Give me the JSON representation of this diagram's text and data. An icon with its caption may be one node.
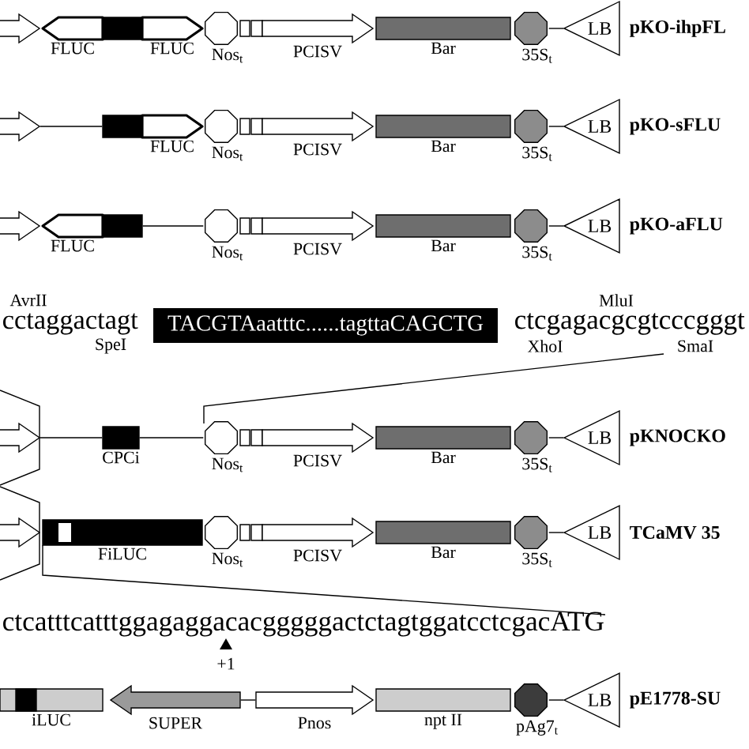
{
  "diagram": {
    "nodes": [
      {
        "text": [],
        "shape": "arrow"
      },
      {
        "text": [],
        "shape": "arrow",
        "beside": [
          "FLUC"
        ]
      },
      {
        "text": [],
        "shape": "box"
      },
      {
        "text": [],
        "shape": "arrow",
        "beside": [
          "FLUC"
        ]
      },
      {
        "text": [],
        "shape": "octagon",
        "beside": [
          "Nos$_{t}$"
        ]
      },
      {
        "text": [],
        "shape": "box"
      },
      {
        "text": [],
        "shape": "arrow",
        "beside": [
          "PCISV"
        ]
      },
      {
        "text": [],
        "shape": "box",
        "beside": [
          "Bar"
        ]
      },
      {
        "text": [],
        "shape": "octagon",
        "beside": [
          "35S$_{t}$"
        ]
      },
      {
        "text": [
          "LB"
        ],
        "beside": [
          "pKO-ihpFL"
        ]
      },
      {
        "text": [],
        "shape": "arrow"
      },
      {
        "text": [],
        "shape": "box"
      },
      {
        "text": [],
        "shape": "arrow",
        "beside": [
          "FLUC"
        ]
      },
      {
        "text": [],
        "shape": "octagon",
        "beside": [
          "Nos$_{t}$"
        ]
      },
      {
        "text": [],
        "shape": "box"
      },
      {
        "text": [],
        "shape": "arrow",
        "beside": [
          "PCISV"
        ]
      },
      {
        "text": [],
        "shape": "box",
        "beside": [
          "Bar"
        ]
      },
      {
        "text": [],
        "shape": "octagon",
        "beside": [
          "35S$_{t}$"
        ]
      },
      {
        "text": [
          "LB"
        ],
        "beside": [
          "pKO-sFLU"
        ]
      },
      {
        "text": [],
        "shape": "arrow"
      },
      {
        "text": [],
        "shape": "arrow",
        "beside": [
          "FLUC"
        ]
      },
      {
        "text": [],
        "shape": "box"
      },
      {
        "text": [],
        "shape": "octagon",
        "beside": [
          "Nos$_{t}$"
        ]
      },
      {
        "text": [],
        "shape": "box"
      },
      {
        "text": [],
        "shape": "arrow",
        "beside": [
          "PCISV"
        ]
      },
      {
        "text": [],
        "shape": "box",
        "beside": [
          "Bar"
        ]
      },
      {
        "text": [],
        "shape": "octagon",
        "beside": [
          "35S$_{t}$"
        ]
      },
      {
        "text": [
          "LB"
        ],
        "beside": [
          "pKO-aFLU"
        ]
      },
      {
        "text": [
          "TACGTAaatttc......tagttaCAGCTG"
        ]
      },
      {
        "text": [],
        "shape": "arrow"
      },
      {
        "text": [],
        "shape": "box",
        "beside": [
          "CPCi"
        ]
      },
      {
        "text": [],
        "shape": "octagon",
        "beside": [
          "Nos$_{t}$"
        ]
      },
      {
        "text": [],
        "shape": "box"
      },
      {
        "text": [],
        "shape": "arrow",
        "beside": [
          "PCISV"
        ]
      },
      {
        "text": [],
        "shape": "box",
        "beside": [
          "Bar"
        ]
      },
      {
        "text": [],
        "shape": "octagon",
        "beside": [
          "35S$_{t}$"
        ]
      },
      {
        "text": [
          "LB"
        ],
        "beside": [
          "pKNOCKO"
        ]
      },
      {
        "text": [],
        "shape": "arrow"
      },
      {
        "text": [],
        "shape": "box",
        "beside": [
          "FiLUC"
        ]
      },
      {
        "text": [],
        "shape": "octagon",
        "beside": [
          "Nos$_{t}$"
        ]
      },
      {
        "text": [],
        "shape": "box"
      },
      {
        "text": [],
        "shape": "arrow",
        "beside": [
          "PCISV"
        ]
      },
      {
        "text": [],
        "shape": "box",
        "beside": [
          "Bar"
        ]
      },
      {
        "text": [],
        "shape": "octagon",
        "beside": [
          "35S$_{t}$"
        ]
      },
      {
        "text": [
          "LB"
        ],
        "beside": [
          "TCaMV 35"
        ]
      },
      {
        "text": [],
        "shape": "box",
        "beside": [
          "iLUC"
        ]
      },
      {
        "text": [],
        "shape": "arrow",
        "beside": [
          "SUPER"
        ]
      },
      {
        "text": [],
        "shape": "arrow",
        "beside": [
          "Pnos"
        ]
      },
      {
        "text": [],
        "shape": "box",
        "beside": [
          "npt II"
        ]
      },
      {
        "text": [],
        "shape": "octagon",
        "beside": [
          "pAg7$_{t}$"
        ]
      },
      {
        "text": [
          "LB"
        ],
        "beside": [
          "pE1778-SU"
        ]
      }
    ],
    "edges": [
      {
        "from": 8,
        "to": 9,
        "arrow": "none"
      },
      {
        "from": 10,
        "to": 11,
        "arrow": "none"
      },
      {
        "from": 17,
        "to": 18,
        "arrow": "none"
      },
      {
        "from": 21,
        "to": 22,
        "arrow": "none"
      },
      {
        "from": 26,
        "to": 27,
        "arrow": "none"
      },
      {
        "from": 29,
        "to": 30,
        "arrow": "none"
      },
      {
        "from": 30,
        "to": 31,
        "arrow": "none"
      },
      {
        "from": 35,
        "to": 36,
        "arrow": "none"
      },
      {
        "from": 43,
        "to": 44,
        "arrow": "none"
      },
      {
        "from": 46,
        "to": 47,
        "arrow": "none"
      },
      {
        "from": 49,
        "to": 50,
        "arrow": "none"
      }
    ],
    "labels": [
      "AvrII",
      "cctaggactagt",
      "SpeI",
      "MluI",
      "ctcgagacgcgtcccgggt",
      "XhoI",
      "SmaI",
      "ctcatttcatttggagaggacacgggggactctagtggatcctcgacATG",
      "+1"
    ]
  }
}
